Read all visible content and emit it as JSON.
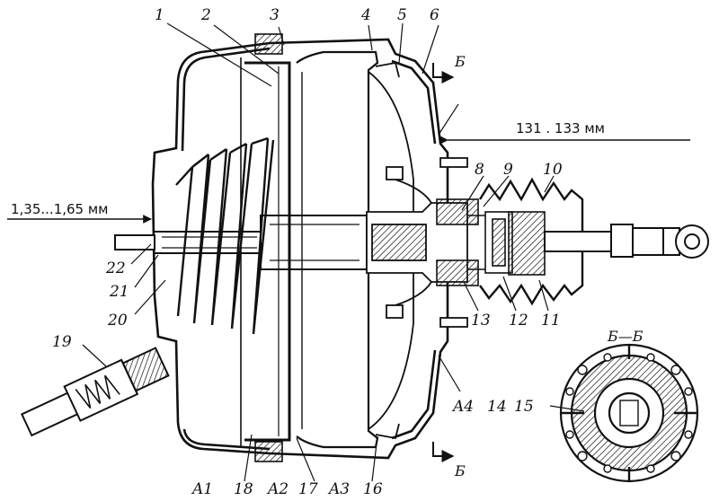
{
  "callouts": {
    "n1": "1",
    "n2": "2",
    "n3": "3",
    "n4": "4",
    "n5": "5",
    "n6": "6",
    "n8": "8",
    "n9": "9",
    "n10": "10",
    "n11": "11",
    "n12": "12",
    "n13": "13",
    "n14": "14",
    "n15": "15",
    "n16": "16",
    "n17": "17",
    "n18": "18",
    "n19": "19",
    "n20": "20",
    "n21": "21",
    "n22": "22"
  },
  "chambers": {
    "a1": "A1",
    "a2": "A2",
    "a3": "A3",
    "a4": "A4"
  },
  "dimensions": {
    "rod_length": "131 . 133 мм",
    "gap": "1,35...1,65 мм"
  },
  "section": {
    "marker_top": "Б",
    "marker_bottom": "Б",
    "view_title": "Б—Б"
  }
}
